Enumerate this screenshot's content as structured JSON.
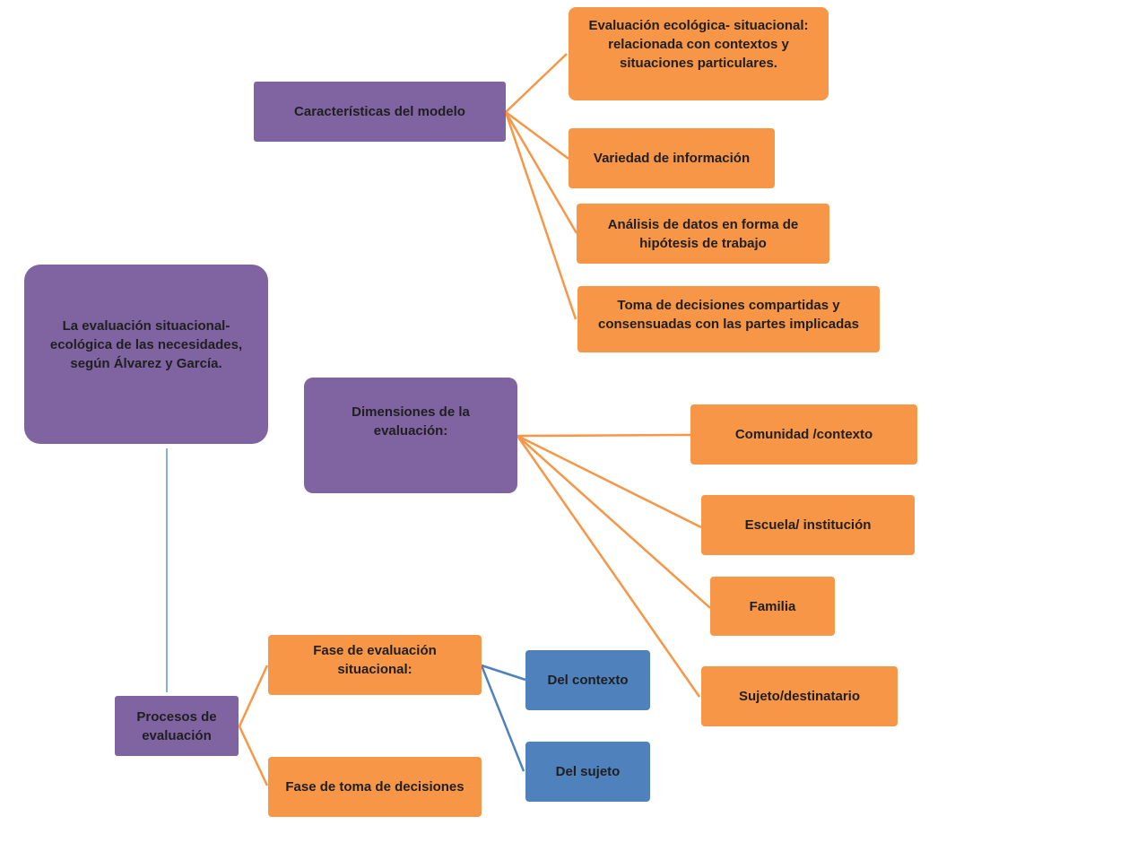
{
  "diagram": {
    "colors": {
      "purple": "#8064a2",
      "orange": "#f79646",
      "blue": "#4f81bd",
      "trunk_line": "#31849b"
    },
    "root": {
      "label": "La evaluación situacional-ecológica de las necesidades, según Álvarez y García."
    },
    "caracteristicas": {
      "label": "Características del modelo",
      "items": [
        "Evaluación ecológica- situacional: relacionada con contextos y situaciones particulares.",
        "Variedad de información",
        "Análisis de datos en forma de hipótesis de trabajo",
        "Toma de decisiones compartidas y consensuadas con las partes implicadas"
      ]
    },
    "dimensiones": {
      "label": "Dimensiones de la evaluación:",
      "items": [
        "Comunidad /contexto",
        "Escuela/ institución",
        "Familia",
        "Sujeto/destinatario"
      ]
    },
    "procesos": {
      "label": "Procesos de evaluación",
      "fase_situacional": {
        "label": "Fase de evaluación situacional:",
        "items": [
          "Del contexto",
          "Del sujeto"
        ]
      },
      "fase_decisiones": {
        "label": "Fase de toma de decisiones"
      }
    }
  }
}
